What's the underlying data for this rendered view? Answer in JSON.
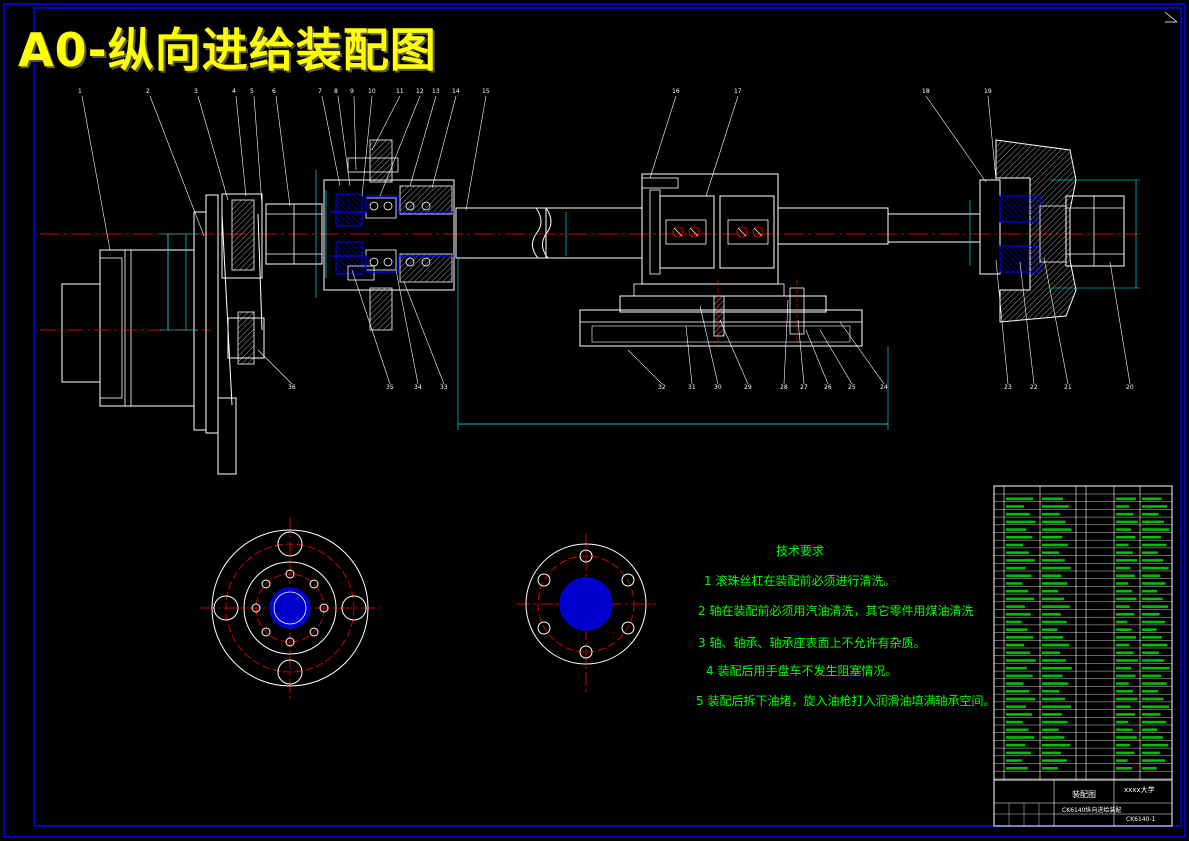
{
  "title": "A0-纵向进给装配图",
  "callouts_top": [
    "1",
    "2",
    "3",
    "4",
    "5",
    "6",
    "7",
    "8",
    "9",
    "10",
    "11",
    "12",
    "13",
    "14",
    "15",
    "16",
    "17",
    "18",
    "19"
  ],
  "callouts_bottom": [
    "36",
    "35",
    "34",
    "33",
    "32",
    "31",
    "30",
    "29",
    "28",
    "27",
    "26",
    "25",
    "24",
    "23",
    "22",
    "21",
    "20"
  ],
  "tech_requirements": {
    "title": "技术要求",
    "items": [
      "1 滚珠丝杠在装配前必须进行清洗。",
      "2 轴在装配前必须用汽油清洗，其它零件用煤油清洗",
      "3 轴、轴承、轴承座表面上不允许有杂质。",
      "4 装配后用手盘车不发生阻塞情况。",
      "5 装配后拆下油堵，旋入油枪打入润滑油填满轴承空间。"
    ]
  },
  "title_block": {
    "drawing_name": "装配图",
    "school": "xxxx大学",
    "subtitle": "CK6140纵向进给装配",
    "drawing_no": "CK6140-1"
  },
  "colors": {
    "outline": "#ffffff",
    "center_line": "#ff0000",
    "hatch_section": "#0000ff",
    "dimension": "#00ffff",
    "text": "#00ff00",
    "title": "#ffff00",
    "border": "#0000ff"
  }
}
